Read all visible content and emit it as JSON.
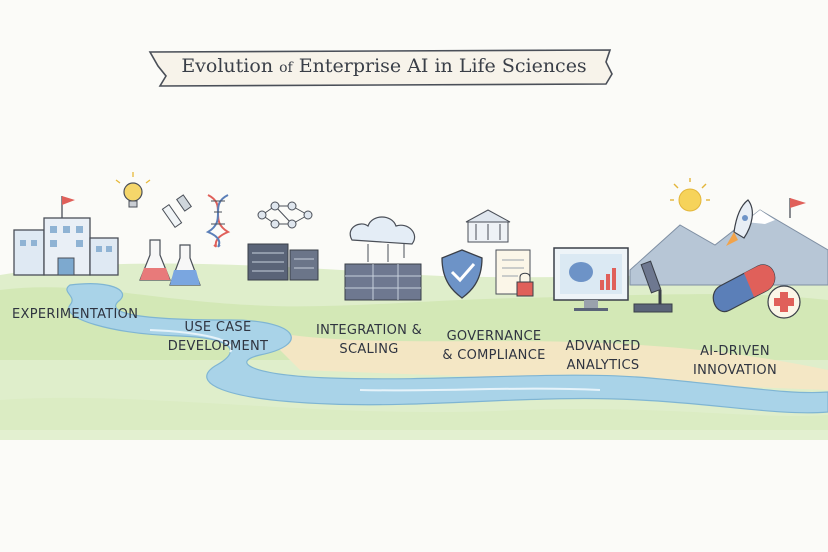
{
  "title": {
    "part1": "Evolution",
    "part2": "of",
    "part3": "Enterprise AI in Life Sciences"
  },
  "stages": [
    {
      "id": "experimentation",
      "label": "EXPERIMENTATION"
    },
    {
      "id": "use-case",
      "label": "USE CASE\nDEVELOPMENT"
    },
    {
      "id": "integration",
      "label": "INTEGRATION &\nSCALING"
    },
    {
      "id": "governance",
      "label": "GOVERNANCE\n& COMPLIANCE"
    },
    {
      "id": "analytics",
      "label": "ADVANCED\nANALYTICS"
    },
    {
      "id": "innovation",
      "label": "AI-DRIVEN\nINNOVATION"
    }
  ],
  "colors": {
    "river": "#a9d3e8",
    "grass": "#b9d98c",
    "sand": "#f3dfb9",
    "ink": "#3a3f48",
    "accent": "#e0605a"
  },
  "icons": [
    "building-icon",
    "flag-icon",
    "lightbulb-icon",
    "flask-icon",
    "dna-icon",
    "network-icon",
    "server-icon",
    "cloud-icon",
    "shield-icon",
    "document-icon",
    "lock-icon",
    "institution-icon",
    "monitor-icon",
    "microscope-icon",
    "rocket-icon",
    "pill-icon",
    "medical-cross-icon",
    "sun-icon",
    "mountain-icon"
  ]
}
